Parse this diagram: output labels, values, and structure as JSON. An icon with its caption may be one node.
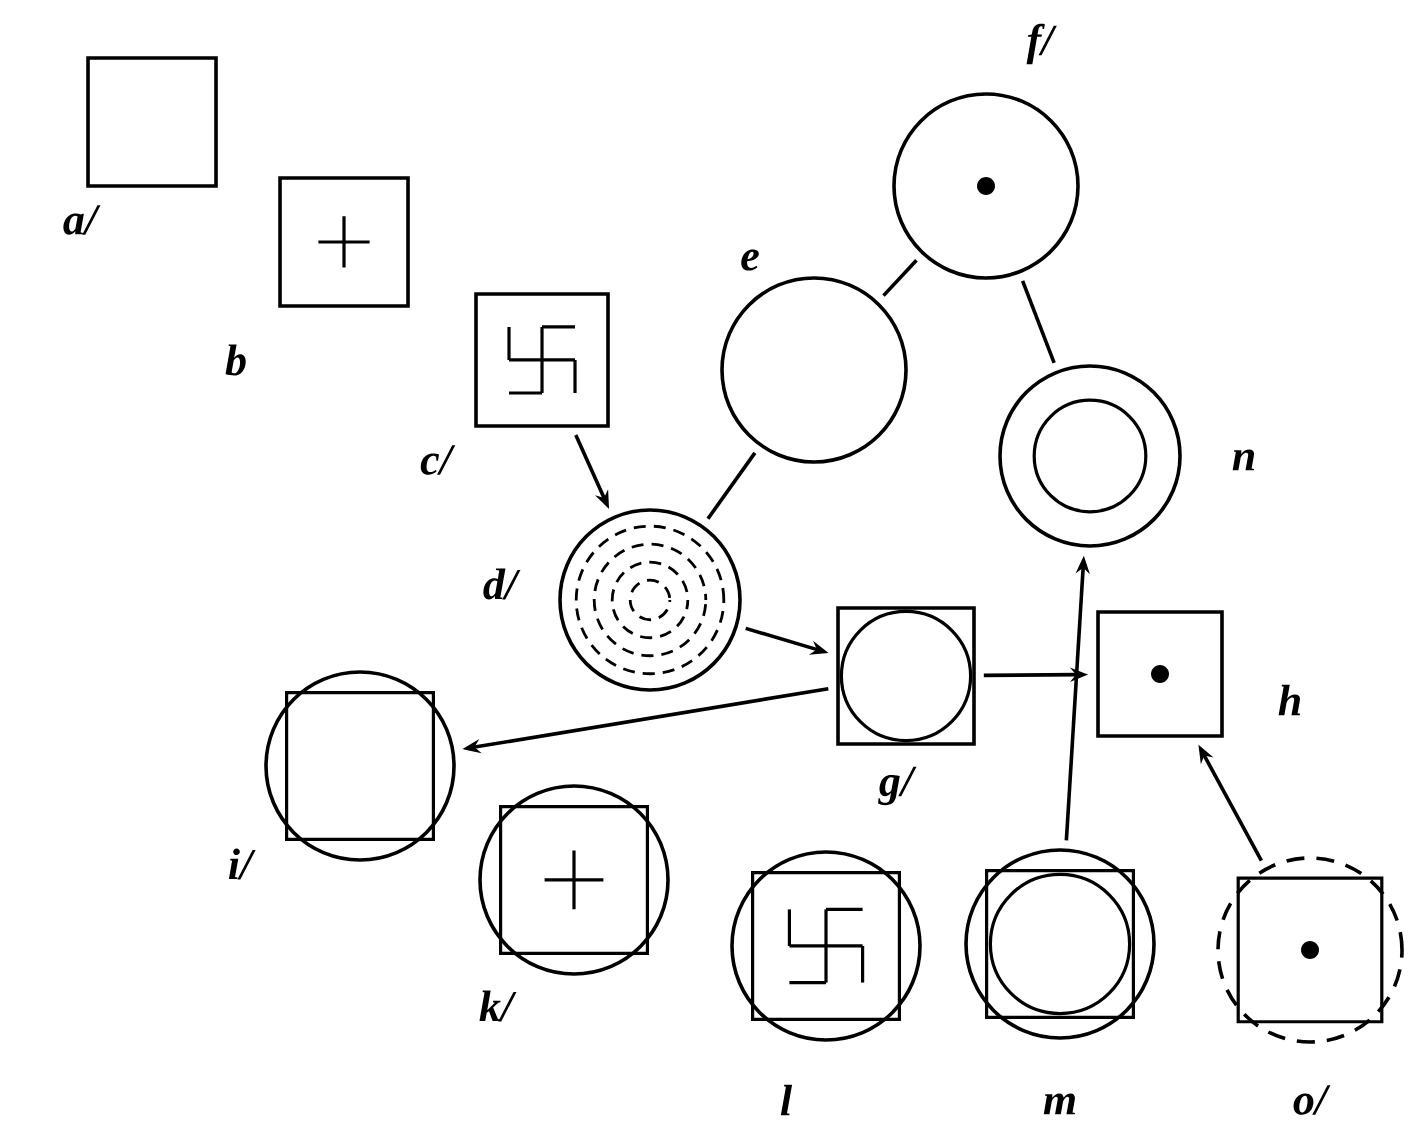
{
  "diagram": {
    "nodes": [
      {
        "text": [],
        "shape": "box",
        "beside": [
          "a/"
        ]
      },
      {
        "text": [],
        "shape": "box",
        "beside": [
          "b"
        ]
      },
      {
        "text": [],
        "shape": "box",
        "beside": [
          "c/"
        ]
      },
      {
        "text": [],
        "shape": "circle",
        "beside": [
          "f/"
        ]
      },
      {
        "text": [],
        "shape": "circle",
        "beside": [
          "e"
        ]
      },
      {
        "text": [],
        "shape": "circle",
        "beside": [
          "n"
        ]
      },
      {
        "text": [],
        "shape": "circle",
        "beside": [
          "d/"
        ]
      },
      {
        "text": [],
        "shape": "box",
        "beside": [
          "g/"
        ]
      },
      {
        "text": [],
        "shape": "box",
        "beside": [
          "h"
        ]
      },
      {
        "text": [],
        "shape": "circle",
        "beside": [
          "i/"
        ]
      },
      {
        "text": [],
        "shape": "circle",
        "beside": [
          "k/"
        ]
      },
      {
        "text": [],
        "shape": "circle",
        "beside": [
          "l"
        ]
      },
      {
        "text": [],
        "shape": "circle",
        "beside": [
          "m"
        ]
      },
      {
        "text": [],
        "shape": "circle",
        "beside": [
          "o/"
        ]
      }
    ],
    "edges": [
      {
        "from": 2,
        "to": 6,
        "arrow": "to"
      },
      {
        "from": 4,
        "to": 3,
        "arrow": "none"
      },
      {
        "from": 3,
        "to": 5,
        "arrow": "none"
      },
      {
        "from": 6,
        "to": 4,
        "arrow": "none"
      },
      {
        "from": 6,
        "to": 7,
        "arrow": "to"
      },
      {
        "from": 7,
        "to": 9,
        "arrow": "to"
      },
      {
        "from": 7,
        "to": 8,
        "arrow": "to"
      },
      {
        "from": 12,
        "to": 5,
        "arrow": "to"
      },
      {
        "from": 13,
        "to": 8,
        "arrow": "to"
      }
    ]
  }
}
